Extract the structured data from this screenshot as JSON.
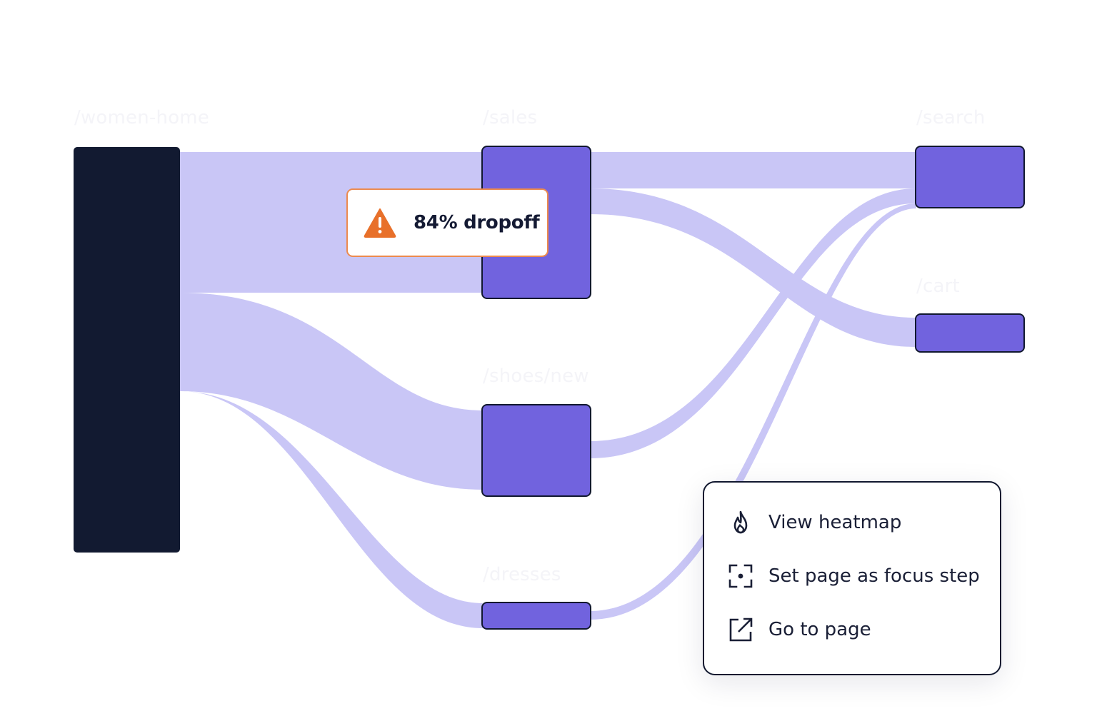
{
  "colors": {
    "flow": "#c9c6f6",
    "node": "#7163de",
    "source_node": "#121a31",
    "node_border": "#11182f",
    "warning": "#e8702a",
    "faint_label": "#f4f4f8"
  },
  "nodes": {
    "women_home": {
      "label": "/women-home"
    },
    "sales": {
      "label": "/sales"
    },
    "shoes": {
      "label": "/shoes/new"
    },
    "dresses": {
      "label": "/dresses"
    },
    "search": {
      "label": "/search"
    },
    "cart": {
      "label": "/cart"
    }
  },
  "dropoff": {
    "icon": "warning-triangle-icon",
    "text": "84% dropoff"
  },
  "context_menu": {
    "items": [
      {
        "icon": "flame-icon",
        "label": "View heatmap"
      },
      {
        "icon": "focus-target-icon",
        "label": "Set page as focus step"
      },
      {
        "icon": "external-link-icon",
        "label": "Go to page"
      }
    ]
  }
}
